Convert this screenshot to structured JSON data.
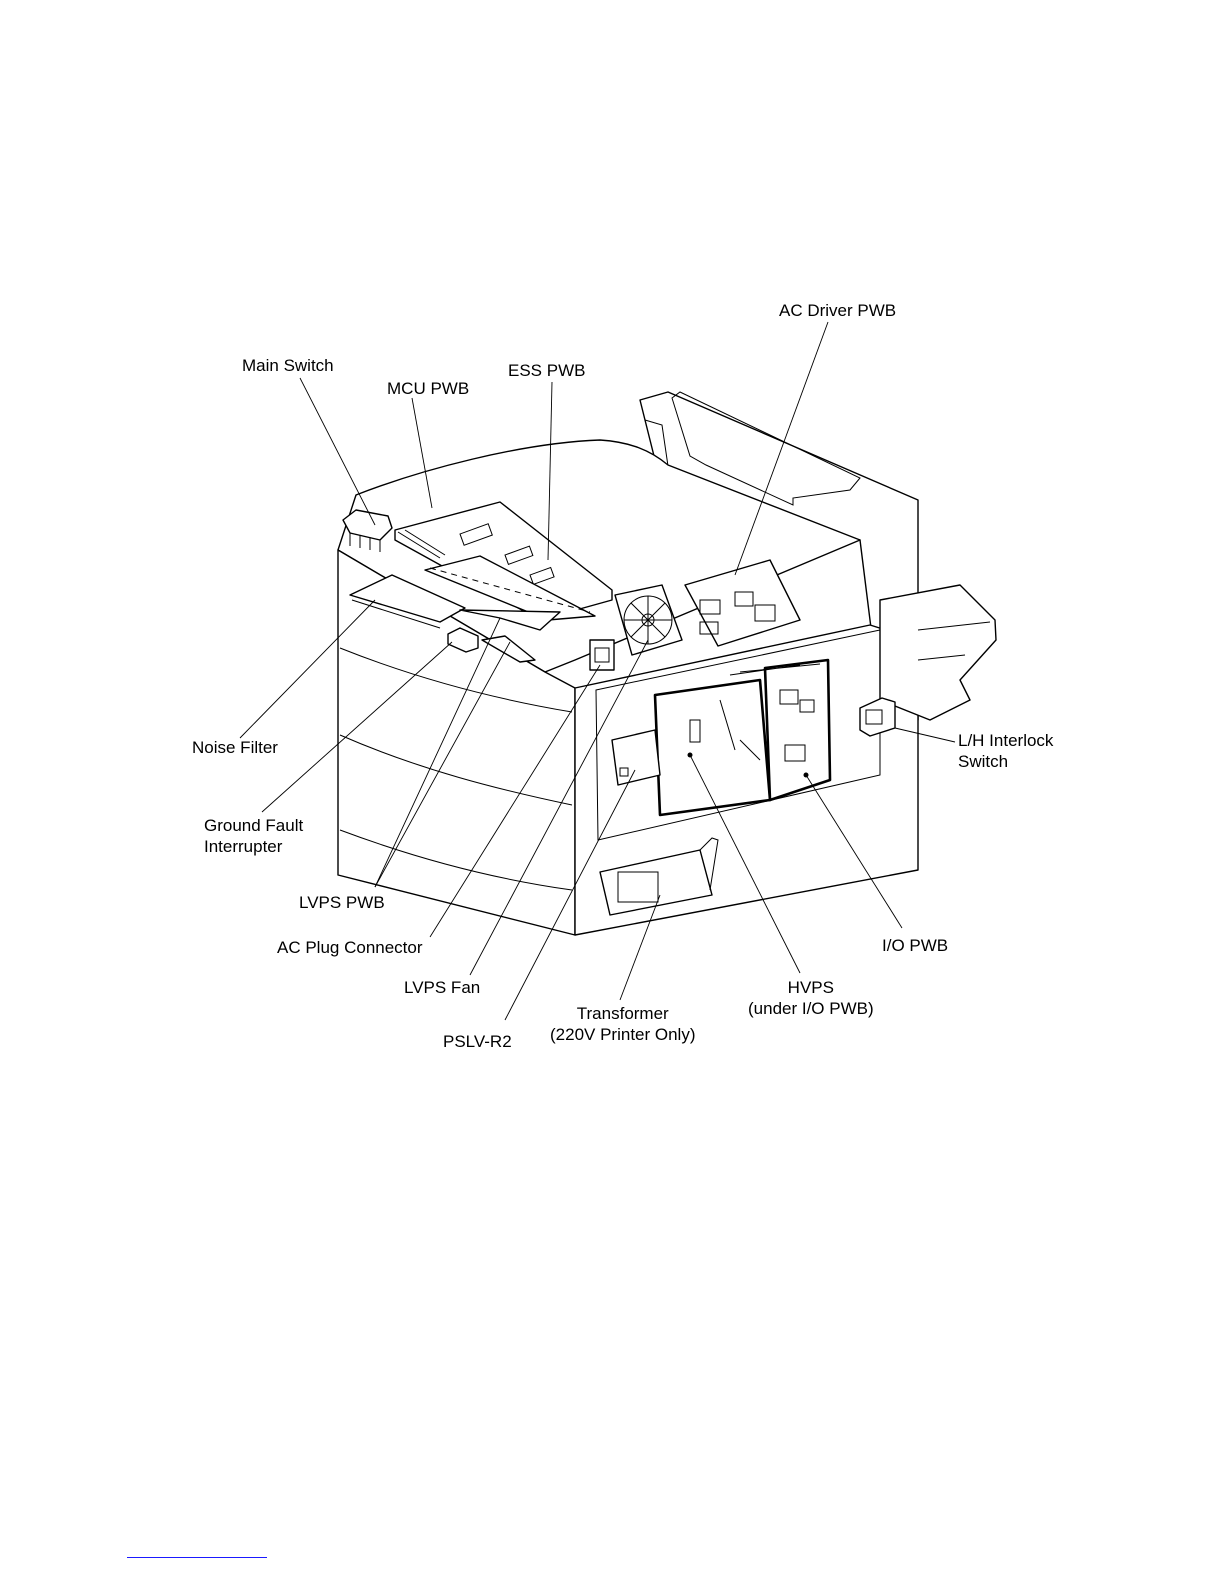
{
  "labels": {
    "ac_driver_pwb": "AC Driver PWB",
    "main_switch": "Main Switch",
    "mcu_pwb": "MCU PWB",
    "ess_pwb": "ESS PWB",
    "noise_filter": "Noise Filter",
    "lh_interlock_switch": [
      "L/H Interlock",
      "Switch"
    ],
    "ground_fault_interrupter": [
      "Ground Fault",
      "Interrupter"
    ],
    "lvps_pwb": "LVPS PWB",
    "ac_plug_connector": "AC Plug Connector",
    "io_pwb": "I/O PWB",
    "lvps_fan": "LVPS Fan",
    "hvps": [
      "HVPS",
      "(under I/O PWB)"
    ],
    "transformer": [
      "Transformer",
      "(220V Printer Only)"
    ],
    "pslv_r2": "PSLV-R2"
  },
  "colors": {
    "line": "#000000",
    "background": "#ffffff",
    "footer_rule": "#1a1aff"
  }
}
